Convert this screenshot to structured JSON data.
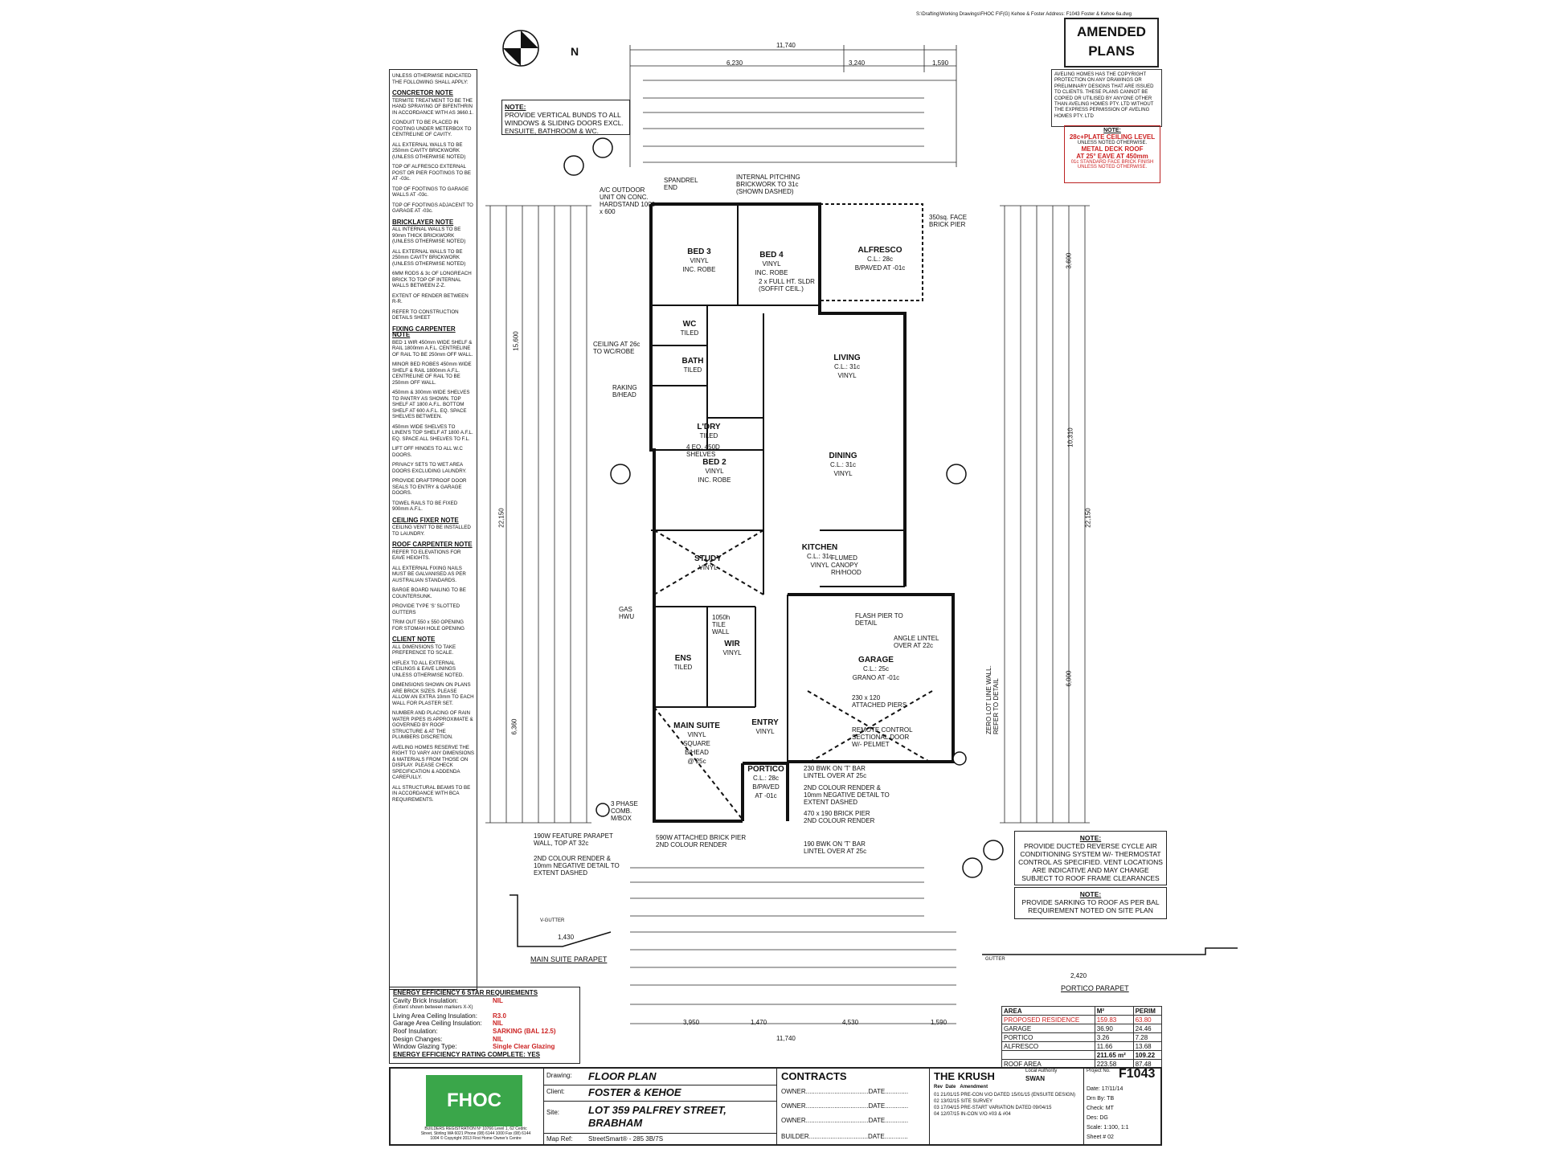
{
  "header": {
    "file_path": "S:\\Drafting\\Working Drawings\\FHOC F\\F(G) Kehoe & Foster Address: F1043 Foster & Kehoe 6a.dwg",
    "amended": "AMENDED PLANS",
    "copyright": "AVELING HOMES HAS THE COPYRIGHT PROTECTION ON ANY DRAWINGS OR PRELIMINARY DESIGNS THAT ARE ISSUED TO CLIENTS. THESE PLANS CANNOT BE COPIED OR UTILISED BY ANYONE OTHER THAN AVELING HOMES PTY. LTD WITHOUT THE EXPRESS PERMISSION OF AVELING HOMES PTY. LTD",
    "ceil_title": "NOTE:",
    "ceil_line1": "28c+PLATE CEILING LEVEL",
    "ceil_line2": "UNLESS NOTED OTHERWISE.",
    "roof_line1": "METAL DECK ROOF",
    "roof_line2": "AT 25° EAVE AT 450mm",
    "roof_line3": "01c STANDARD FACE BRICK FINISH UNLESS NOTED OTHERWISE.",
    "north": "N"
  },
  "notes": {
    "intro": "UNLESS OTHERWISE INDICATED THE FOLLOWING SHALL APPLY:",
    "concretor_h": "CONCRETOR NOTE",
    "concretor": [
      "TERMITE TREATMENT TO BE THE HAND SPRAYING OF BIFENTHRIN IN ACCORDANCE WITH AS 3660.1.",
      "CONDUIT TO BE PLACED IN FOOTING UNDER METERBOX TO CENTRELINE OF CAVITY.",
      "ALL EXTERNAL WALLS TO BE 250mm CAVITY BRICKWORK (UNLESS OTHERWISE NOTED)",
      "TOP OF ALFRESCO EXTERNAL POST OR PIER FOOTINGS TO BE AT -03c.",
      "TOP OF FOOTINGS TO GARAGE WALLS AT -03c.",
      "TOP OF FOOTINGS ADJACENT TO GARAGE AT -03c."
    ],
    "bricklayer_h": "BRICKLAYER NOTE",
    "bricklayer": [
      "ALL INTERNAL WALLS TO BE 90mm THICK BRICKWORK (UNLESS OTHERWISE NOTED)",
      "ALL EXTERNAL WALLS TO BE 250mm CAVITY BRICKWORK (UNLESS OTHERWISE NOTED)",
      "6MM RODS & 3c OF LONGREACH BRICK TO TOP OF INTERNAL WALLS BETWEEN Z-Z.",
      "EXTENT OF RENDER BETWEEN R-R.",
      "REFER TO CONSTRUCTION DETAILS SHEET"
    ],
    "fixing_h": "FIXING CARPENTER NOTE",
    "fixing": [
      "BED 1 WIR 450mm WIDE SHELF & RAIL 1800mm A.F.L. CENTRELINE OF RAIL TO BE 250mm OFF WALL.",
      "MINOR BED ROBES 450mm WIDE SHELF & RAIL 1800mm A.F.L. CENTRELINE OF RAIL TO BE 250mm OFF WALL.",
      "450mm & 300mm WIDE SHELVES TO PANTRY AS SHOWN. TOP SHELF AT 1800 A.F.L. BOTTOM SHELF AT 600 A.F.L. EQ. SPACE SHELVES BETWEEN.",
      "450mm WIDE SHELVES TO LINEN'S TOP SHELF AT 1800 A.F.L. EQ. SPACE ALL SHELVES TO F.L.",
      "LIFT OFF HINGES TO ALL W.C DOORS.",
      "PRIVACY SETS TO WET AREA DOORS EXCLUDING LAUNDRY.",
      "PROVIDE DRAFTPROOF DOOR SEALS TO ENTRY & GARAGE DOORS.",
      "TOWEL RAILS TO BE FIXED 900mm A.F.L."
    ],
    "ceiling_h": "CEILING FIXER NOTE",
    "ceiling": [
      "CEILING VENT TO BE INSTALLED TO LAUNDRY."
    ],
    "roof_h": "ROOF CARPENTER NOTE",
    "roof": [
      "REFER TO ELEVATIONS FOR EAVE HEIGHTS.",
      "ALL EXTERNAL FIXING NAILS MUST BE GALVANISED AS PER AUSTRALIAN STANDARDS.",
      "BARGE BOARD NAILING TO BE COUNTERSUNK.",
      "PROVIDE TYPE 'S' SLOTTED GUTTERS",
      "TRIM OUT 550 x 550 OPENING FOR STOMAH HOLE OPENING"
    ],
    "client_h": "CLIENT NOTE",
    "client": [
      "ALL DIMENSIONS TO TAKE PREFERENCE TO SCALE.",
      "HIFLEX TO ALL EXTERNAL CEILINGS & EAVE LININGS UNLESS OTHERWISE NOTED.",
      "DIMENSIONS SHOWN ON PLANS ARE BRICK SIZES. PLEASE ALLOW AN EXTRA 10mm TO EACH WALL FOR PLASTER SET.",
      "NUMBER AND PLACING OF RAIN WATER PIPES IS APPROXIMATE & GOVERNED BY ROOF STRUCTURE & AT THE PLUMBERS DISCRETION.",
      "AVELING HOMES RESERVE THE RIGHT TO VARY ANY DIMENSIONS & MATERIALS FROM THOSE ON DISPLAY. PLEASE CHECK SPECIFICATION & ADDENDA CAREFULLY.",
      "ALL STRUCTURAL BEAMS TO BE IN ACCORDANCE WITH BCA REQUIREMENTS."
    ]
  },
  "plan": {
    "note_top_title": "NOTE:",
    "note_top": "PROVIDE VERTICAL BUNDS TO ALL WINDOWS & SLIDING DOORS EXCL. ENSUITE, BATHROOM & WC.",
    "overall_top": "11,740",
    "overall_bottom": "11,740",
    "overall_left": "22,150",
    "overall_right": "22,150",
    "top_dims": [
      "6,230",
      "3,240",
      "1,590"
    ],
    "bottom_dims": [
      "3,950",
      "1,470",
      "4,530",
      "1,590"
    ],
    "right_dims": [
      "3,600",
      "10,310",
      "6,000"
    ],
    "left_dims": [
      "15,600",
      "6,360"
    ],
    "rooms": {
      "bed3": [
        "BED 3",
        "VINYL",
        "INC. ROBE"
      ],
      "bed4": [
        "BED 4",
        "VINYL",
        "INC. ROBE"
      ],
      "alfresco": [
        "ALFRESCO",
        "C.L.: 28c",
        "B/PAVED AT -01c"
      ],
      "wc": [
        "WC",
        "TILED"
      ],
      "bath": [
        "BATH",
        "TILED"
      ],
      "living": [
        "LIVING",
        "C.L.: 31c",
        "VINYL"
      ],
      "dry": [
        "L'DRY",
        "TILED"
      ],
      "bed2": [
        "BED 2",
        "VINYL",
        "INC. ROBE"
      ],
      "dining": [
        "DINING",
        "C.L.: 31c",
        "VINYL"
      ],
      "study": [
        "STUDY",
        "VINYL"
      ],
      "kitchen": [
        "KITCHEN",
        "C.L.: 31c",
        "VINYL"
      ],
      "ens": [
        "ENS",
        "TILED"
      ],
      "wir": [
        "WIR",
        "VINYL"
      ],
      "garage": [
        "GARAGE",
        "C.L.: 25c",
        "GRANO AT -01c"
      ],
      "main": [
        "MAIN SUITE",
        "VINYL",
        "SQUARE",
        "B/HEAD",
        "@ 25c"
      ],
      "entry": [
        "ENTRY",
        "VINYL"
      ],
      "portico": [
        "PORTICO",
        "C.L.: 28c",
        "B/PAVED",
        "AT -01c"
      ]
    },
    "callouts": {
      "aircon": "A/C OUTDOOR UNIT ON CONC. HARDSTAND 1000 x 600",
      "spandrel": "SPANDREL END",
      "pitching": "INTERNAL PITCHING BRICKWORK TO 31c (SHOWN DASHED)",
      "pier": "350sq. FACE BRICK PIER",
      "sldr": "2 x FULL HT. SLDR (SOFFIT CEIL.)",
      "ceiling_wc": "CEILING AT 26c TO WC/ROBE",
      "raking": "RAKING B/HEAD",
      "shelves": "4 EQ. 450D SHELVES",
      "flashpier": "FLASH PIER TO DETAIL",
      "angle": "ANGLE LINTEL OVER AT 22c",
      "zero": "ZERO LOT LINE WALL. REFER TO DETAIL",
      "attached": "230 x 120 ATTACHED PIERS",
      "remote": "REMOTE CONTROL SECTIONAL DOOR W/- PELMET",
      "bwk_tbar": "230 BWK ON 'T' BAR LINTEL OVER AT 25c",
      "render1": "2ND COLOUR RENDER & 10mm NEGATIVE DETAIL TO EXTENT DASHED",
      "brickpier": "470 x 190 BRICK PIER 2ND COLOUR RENDER",
      "bwk190": "190 BWK ON 'T' BAR LINTEL OVER AT 25c",
      "parapet": "190W FEATURE PARAPET WALL, TOP AT 32c",
      "render2": "2ND COLOUR RENDER & 10mm NEGATIVE DETAIL TO EXTENT DASHED",
      "attached_brick": "590W ATTACHED BRICK PIER 2ND COLOUR RENDER",
      "phase": "3 PHASE COMB. M/BOX",
      "canopy": "FLUMED CANOPY RH/HOOD",
      "tilewall": "1050h TILE WALL",
      "gas": "GAS HWU"
    },
    "note_right_title": "NOTE:",
    "note_right": "PROVIDE DUCTED REVERSE CYCLE AIR CONDITIONING SYSTEM W/- THERMOSTAT CONTROL AS SPECIFIED. VENT LOCATIONS ARE INDICATIVE AND MAY CHANGE SUBJECT TO ROOF FRAME CLEARANCES",
    "note_right2_title": "NOTE:",
    "note_right2": "PROVIDE SARKING TO ROOF AS PER BAL REQUIREMENT NOTED ON SITE PLAN",
    "main_parapet": "MAIN SUITE PARAPET",
    "portico_parapet": "PORTICO PARAPET",
    "gutter": "GUTTER",
    "vgutter": "V-GUTTER",
    "parapet_w1": "1,430",
    "parapet_w2": "2,420"
  },
  "energy": {
    "title": "ENERGY EFFICIENCY 6 STAR REQUIREMENTS",
    "rows": [
      {
        "k": "Cavity Brick Insulation:",
        "v": "NIL"
      },
      {
        "k": "(Extent shown between markers X-X)",
        "v": ""
      },
      {
        "k": "Living Area Ceiling Insulation:",
        "v": "R3.0"
      },
      {
        "k": "Garage Area Ceiling Insulation:",
        "v": "NIL"
      },
      {
        "k": "Roof Insulation:",
        "v": "SARKING (BAL 12.5)"
      },
      {
        "k": "Design Changes:",
        "v": "NIL"
      },
      {
        "k": "Window Glazing Type:",
        "v": "Single Clear Glazing"
      }
    ],
    "complete": "ENERGY EFFICIENCY RATING COMPLETE: YES"
  },
  "area_table": {
    "headers": [
      "AREA",
      "M²",
      "PERIM"
    ],
    "rows": [
      [
        "PROPOSED RESIDENCE",
        "159.83",
        "63.80"
      ],
      [
        "GARAGE",
        "36.90",
        "24.46"
      ],
      [
        "PORTICO",
        "3.26",
        "7.28"
      ],
      [
        "ALFRESCO",
        "11.66",
        "13.68"
      ],
      [
        "",
        "211.65 m²",
        "109.22"
      ],
      [
        "ROOF AREA",
        "223.58",
        "87.48"
      ]
    ]
  },
  "title_block": {
    "drawing_label": "Drawing:",
    "drawing": "FLOOR PLAN",
    "client_label": "Client:",
    "client": "FOSTER & KEHOE",
    "site_label": "Site:",
    "site1": "LOT 359 PALFREY STREET,",
    "site2": "BRABHAM",
    "map_label": "Map Ref:",
    "map": "StreetSmart® - 285 3B/7S",
    "contracts": "CONTRACTS",
    "owner1": "OWNER...................................DATE.............",
    "owner2": "OWNER...................................DATE.............",
    "owner3": "OWNER...................................DATE.............",
    "builder": "BUILDER.................................DATE.............",
    "model": "THE KRUSH",
    "authority_label": "Local Authority",
    "authority": "SWAN",
    "project_label": "Project No.",
    "project": "F1043",
    "rev_headers": [
      "Rev",
      "Date",
      "Amendment"
    ],
    "revisions": [
      [
        "01",
        "21/01/15",
        "PRE-CON V/O DATED 15/01/15 (ENSUITE DESIGN)"
      ],
      [
        "02",
        "13/02/15",
        "SITE SURVEY"
      ],
      [
        "03",
        "17/04/15",
        "PRE-START VARIATION DATED 09/04/15"
      ],
      [
        "04",
        "12/07/15",
        "IN-CON V/O #03 & #04"
      ]
    ],
    "date_label": "Date:",
    "date": "17/11/14",
    "drn_label": "Drn By:",
    "drn": "TB",
    "check_label": "Check:",
    "check": "MT",
    "des_label": "Des:",
    "des": "DG",
    "scale_label": "Scale:",
    "scale": "1:100, 1:1",
    "sheet_label": "Sheet #",
    "sheet": "02",
    "logo": "FHOC",
    "builder_reg": "BUILDERS REGISTRATION Nº 10766 Level 1, 62 Cedric Street, Stirling WA 6021 Phone (08) 6144 1000 Fax (08) 6144 1004 © Copyright 2013 First Home Owner's Centre"
  }
}
